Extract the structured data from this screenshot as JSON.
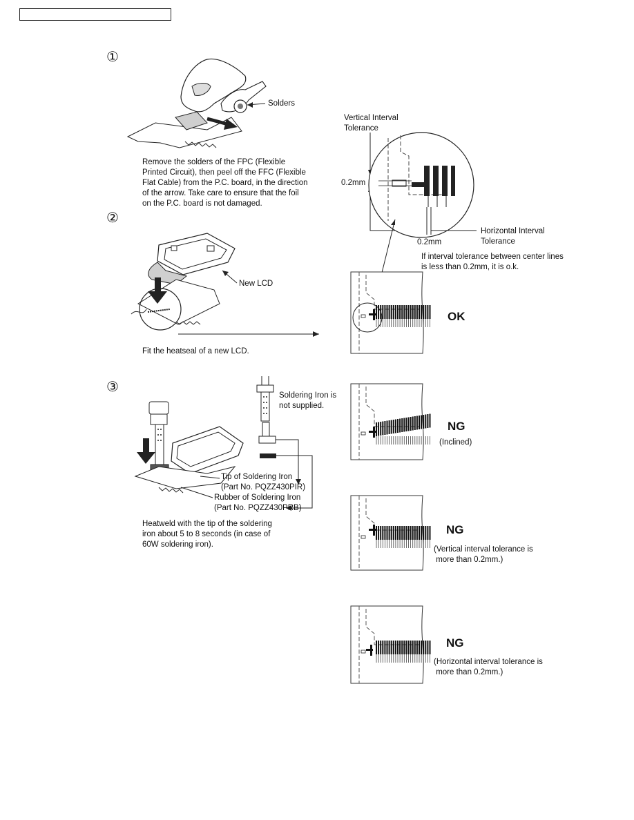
{
  "header": {
    "box_text": ""
  },
  "steps": {
    "step1": {
      "marker": "①",
      "solders_label": "Solders",
      "caption_lines": [
        "Remove the solders of the FPC (Flexible",
        "Printed Circuit), then peel off the FFC (Flexible",
        "Flat Cable) from the P.C. board, in the direction",
        "of the arrow. Take care to ensure that the foil",
        "on the P.C. board is not damaged."
      ]
    },
    "step2": {
      "marker": "②",
      "new_lcd_label": "New LCD",
      "caption": "Fit the heatseal of a new LCD."
    },
    "step3": {
      "marker": "③",
      "iron_note_lines": [
        "Soldering Iron is",
        "not supplied."
      ],
      "tip_lines": [
        "Tip of Soldering Iron",
        "(Part No. PQZZ430PIR)"
      ],
      "rubber_lines": [
        "Rubber of Soldering Iron",
        "(Part No. PQZZ430PRB)"
      ],
      "caption_lines": [
        "Heatweld with the tip of the soldering",
        "iron about 5 to 8 seconds (in case of",
        "60W soldering iron)."
      ]
    }
  },
  "tolerance": {
    "vertical_label_lines": [
      "Vertical Interval",
      "Tolerance"
    ],
    "vertical_value": "0.2mm",
    "horizontal_label_lines": [
      "Horizontal Interval",
      "Tolerance"
    ],
    "horizontal_value": "0.2mm",
    "note_lines": [
      "If interval tolerance between center lines",
      "is less than 0.2mm, it is o.k."
    ]
  },
  "results": [
    {
      "verdict": "OK",
      "note_lines": []
    },
    {
      "verdict": "NG",
      "note_lines": [
        "(Inclined)"
      ]
    },
    {
      "verdict": "NG",
      "note_lines": [
        "(Vertical interval tolerance is",
        " more than 0.2mm.)"
      ]
    },
    {
      "verdict": "NG",
      "note_lines": [
        "(Horizontal interval tolerance is",
        " more than 0.2mm.)"
      ]
    }
  ]
}
